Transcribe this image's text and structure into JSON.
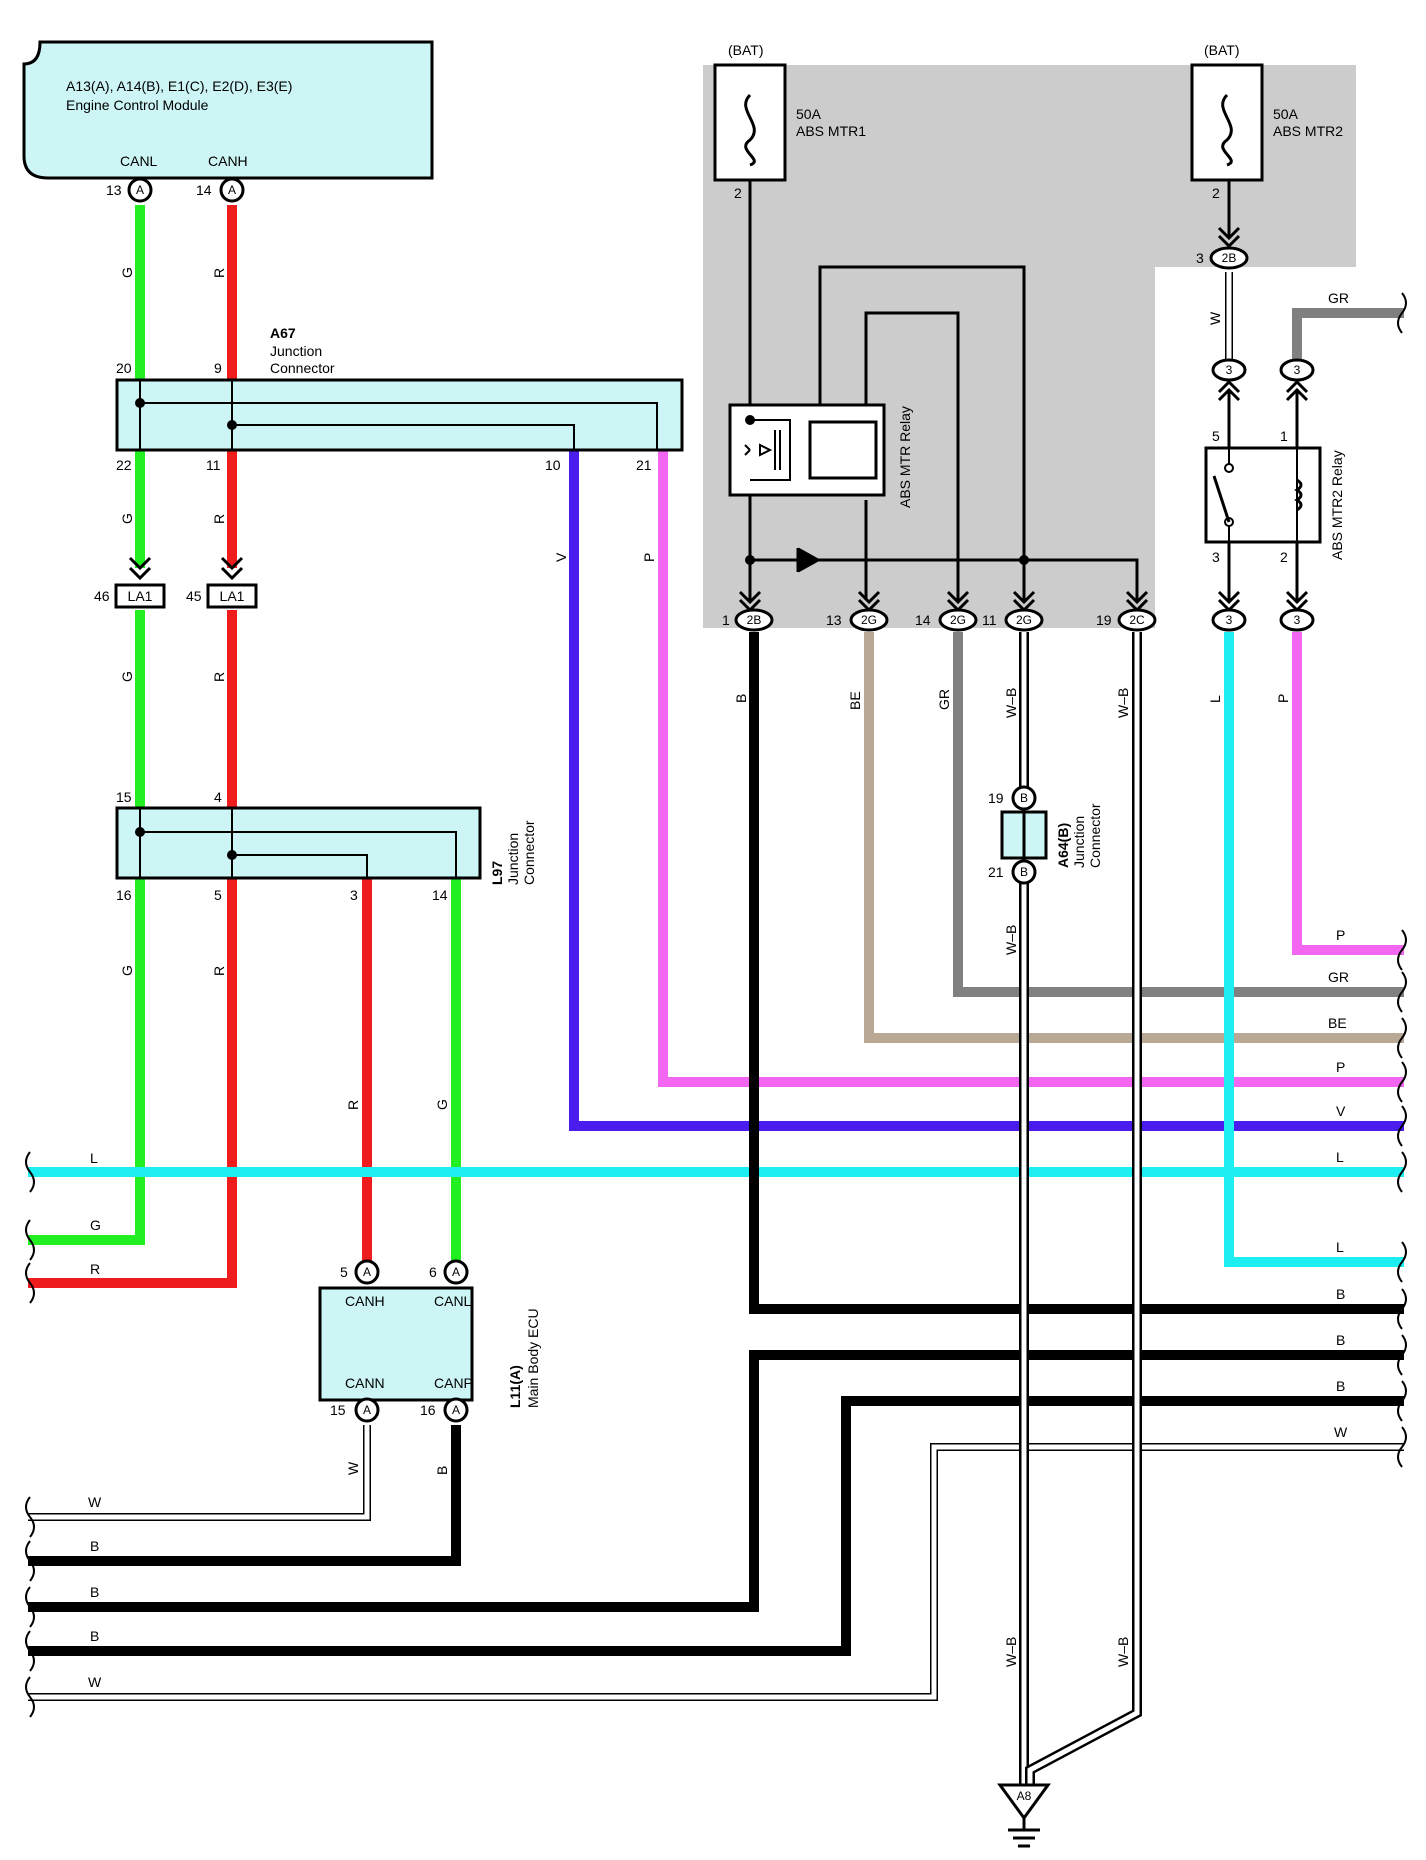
{
  "components": {
    "ecm": {
      "title": "A13(A), A14(B), E1(C), E2(D), E3(E)",
      "subtitle": "Engine Control Module",
      "pin_canl": "CANL",
      "pin_canh": "CANH"
    },
    "a67": {
      "code": "A67",
      "line1": "Junction",
      "line2": "Connector"
    },
    "l97": {
      "code": "L97",
      "line1": "Junction",
      "line2": "Connector"
    },
    "a64": {
      "code": "A64(B)",
      "line1": "Junction",
      "line2": "Connector"
    },
    "l11": {
      "code": "L11(A)",
      "name": "Main Body ECU",
      "canh": "CANH",
      "canl": "CANL",
      "cann": "CANN",
      "canp": "CANP"
    },
    "fuse1": {
      "bat": "(BAT)",
      "amp": "50A",
      "name": "ABS MTR1"
    },
    "fuse2": {
      "bat": "(BAT)",
      "amp": "50A",
      "name": "ABS MTR2"
    },
    "relay1": {
      "name": "ABS MTR Relay"
    },
    "relay2": {
      "name": "ABS MTR2 Relay"
    },
    "ground": {
      "code": "A8"
    },
    "la1_a": {
      "code": "LA1",
      "pin": "46"
    },
    "la1_b": {
      "code": "LA1",
      "pin": "45"
    }
  },
  "pins": {
    "ecm13": "13",
    "ecm14": "14",
    "ecm_conn": "A",
    "a67_20": "20",
    "a67_9": "9",
    "a67_22": "22",
    "a67_11": "11",
    "a67_10": "10",
    "a67_21": "21",
    "l97_15": "15",
    "l97_4": "4",
    "l97_16": "16",
    "l97_5": "5",
    "l97_3": "3",
    "l97_14": "14",
    "l11_5": "5",
    "l11_6": "6",
    "l11_15": "15",
    "l11_16": "16",
    "l11_conn": "A",
    "f1_2": "2",
    "f2_2": "2",
    "j_2b_3": "3",
    "j_2b": "2B",
    "j_3": "3",
    "r2_5": "5",
    "r2_1": "1",
    "r2_3": "3",
    "r2_2": "2",
    "bot_1": "1",
    "bot_13": "13",
    "bot_14": "14",
    "bot_11": "11",
    "bot_19": "19",
    "c_2b": "2B",
    "c_2g": "2G",
    "c_2c": "2C",
    "a64_19": "19",
    "a64_21": "21",
    "a64_conn": "B"
  },
  "wires": {
    "G": "G",
    "R": "R",
    "V": "V",
    "P": "P",
    "B": "B",
    "BE": "BE",
    "GR": "GR",
    "WB": "W–B",
    "W": "W",
    "L": "L"
  },
  "colors": {
    "green": "#22ee22",
    "red": "#ee1c1c",
    "violet": "#4a1cee",
    "pink": "#f266f2",
    "cyan": "#1ceef2",
    "gray": "#808080",
    "beige": "#b8a894",
    "black": "#000000",
    "box": "#cdf5f5",
    "relay_area": "#cccccc"
  }
}
